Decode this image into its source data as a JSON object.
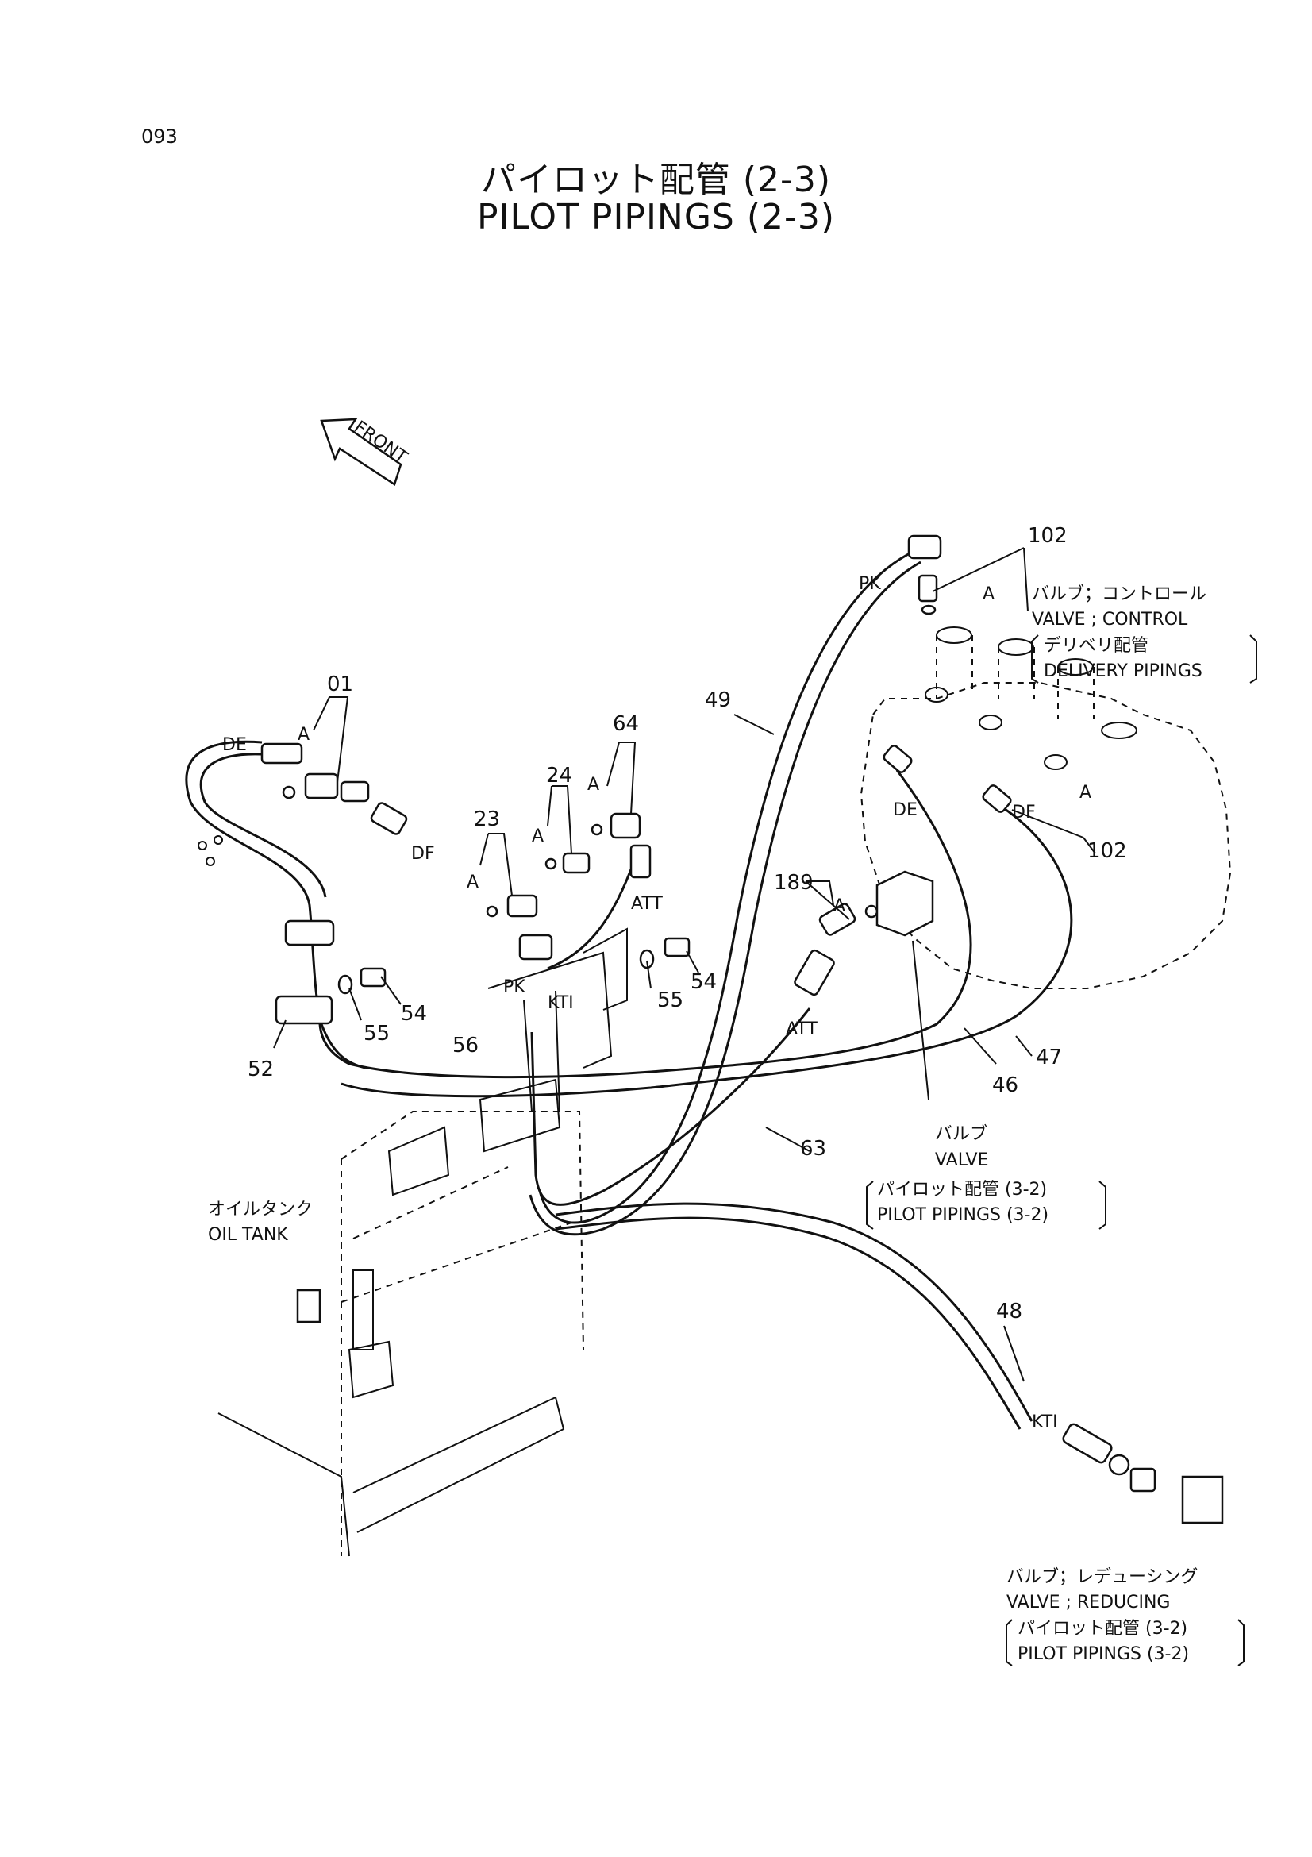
{
  "page_number": "093",
  "title": {
    "jp": "パイロット配管 (2-3)",
    "en": "PILOT PIPINGS (2-3)"
  },
  "front_arrow": "FRONT",
  "part_numbers": {
    "p01": "01",
    "p102a": "102",
    "p102b": "102",
    "p64": "64",
    "p49": "49",
    "p24": "24",
    "p23": "23",
    "p189": "189",
    "p54a": "54",
    "p54b": "54",
    "p55a": "55",
    "p55b": "55",
    "p56": "56",
    "p52": "52",
    "p46": "46",
    "p47": "47",
    "p63": "63",
    "p48": "48"
  },
  "port_labels": {
    "de1": "DE",
    "df1": "DF",
    "pk1": "PK",
    "att1": "ATT",
    "att2": "ATT",
    "pk2": "PK",
    "kti1": "KTI",
    "de2": "DE",
    "df2": "DF",
    "kti2": "KTI",
    "a1": "A",
    "a2": "A",
    "a3": "A",
    "a4": "A",
    "a5": "A",
    "a6": "A",
    "a7": "A"
  },
  "notes": {
    "control_valve": {
      "jp": "バルブ；コントロール",
      "en": "VALVE ; CONTROL",
      "ref_jp": "デリベリ配管",
      "ref_en": "DELIVERY  PIPINGS"
    },
    "pilot_valve": {
      "jp": "バルブ",
      "en": "VALVE",
      "ref_jp": "パイロット配管 (3-2)",
      "ref_en": "PILOT  PIPINGS (3-2)"
    },
    "oil_tank": {
      "jp": "オイルタンク",
      "en": "OIL  TANK"
    },
    "reducing_valve": {
      "jp": "バルブ；レデューシング",
      "en": "VALVE ; REDUCING",
      "ref_jp": "パイロット配管 (3-2)",
      "ref_en": "PILOT  PIPINGS (3-2)"
    }
  }
}
